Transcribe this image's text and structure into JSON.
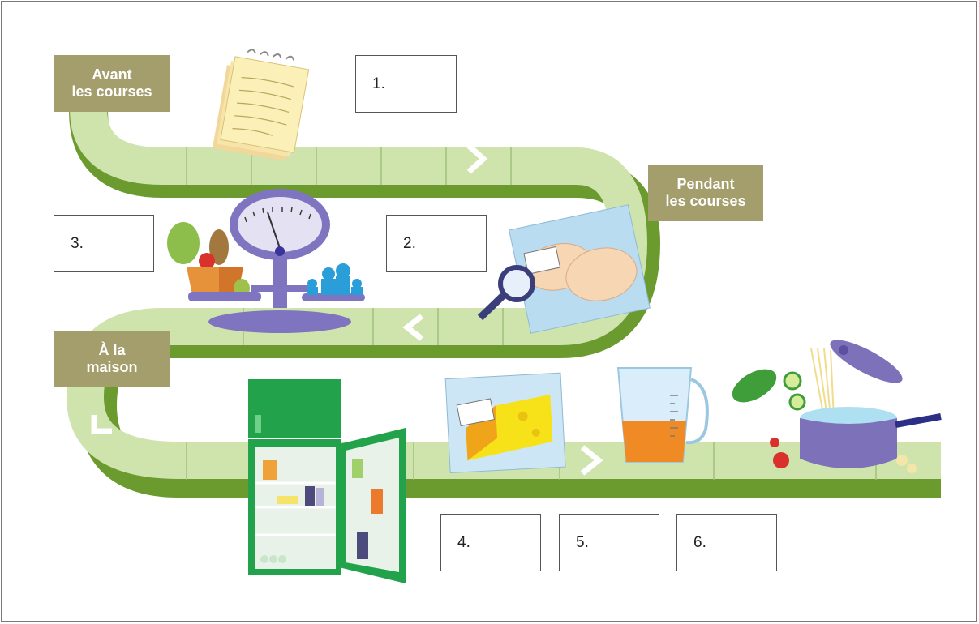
{
  "stages": {
    "before": [
      "Avant",
      "les courses"
    ],
    "during": [
      "Pendant",
      "les courses"
    ],
    "home": [
      "À la",
      "maison"
    ]
  },
  "boxes": [
    "1.",
    "2.",
    "3.",
    "4.",
    "5.",
    "6."
  ],
  "colors": {
    "path_light": "#cfe3ad",
    "path_dark": "#6b9a2f",
    "stage_label": "#a49e6c"
  },
  "icons": [
    "notepad",
    "kitchen-scale",
    "grocery-bag",
    "magnifier",
    "chicken-package",
    "fridge",
    "cheese-bag",
    "measuring-jug",
    "cooking-pot"
  ]
}
